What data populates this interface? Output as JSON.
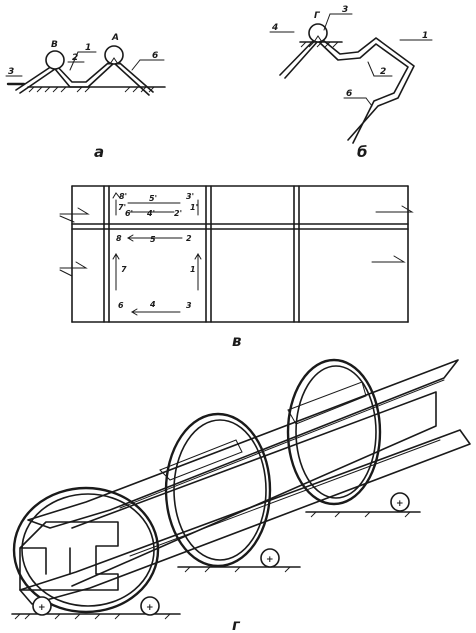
{
  "panel_a": {
    "caption": "а",
    "roller_labels": [
      "В",
      "А"
    ],
    "part_numbers": [
      "1",
      "2",
      "3",
      "6"
    ]
  },
  "panel_b": {
    "caption": "б",
    "roller_label": "Г",
    "part_numbers": [
      "3",
      "4",
      "1",
      "2",
      "6"
    ]
  },
  "panel_v": {
    "caption": "в",
    "upper_cell": {
      "corner_marks": [
        "8'",
        "3'",
        "6'",
        "2'"
      ],
      "edge_marks": [
        "7'",
        "5'",
        "4'",
        "1'"
      ]
    },
    "lower_cell": {
      "corner_marks": [
        "8",
        "2",
        "6",
        "3"
      ],
      "edge_marks": [
        "5",
        "7",
        "1",
        "4"
      ]
    }
  },
  "panel_g": {
    "caption": "г",
    "wheel_symbol": "+"
  }
}
